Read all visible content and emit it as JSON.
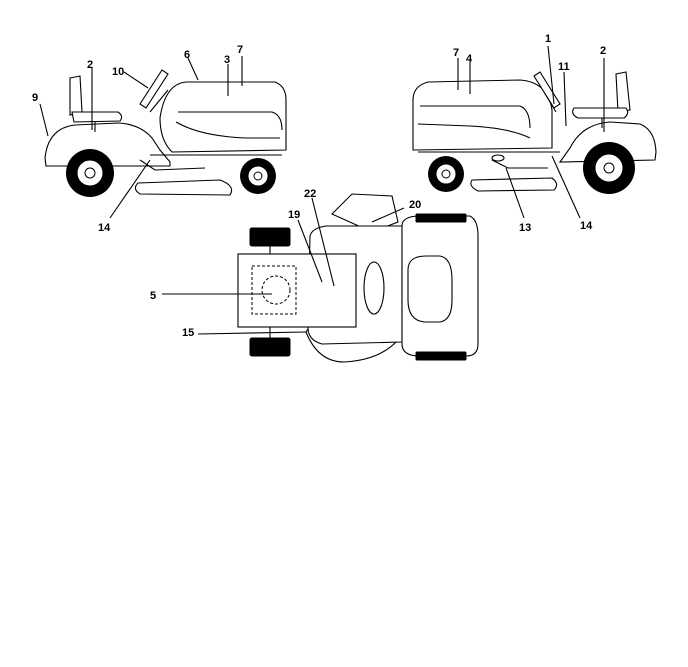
{
  "diagram": {
    "callouts": {
      "left_view": [
        "9",
        "2",
        "10",
        "6",
        "3",
        "7",
        "14"
      ],
      "right_view": [
        "7",
        "4",
        "1",
        "11",
        "2",
        "13",
        "14"
      ],
      "top_view": [
        "22",
        "19",
        "20",
        "5",
        "15"
      ]
    }
  }
}
